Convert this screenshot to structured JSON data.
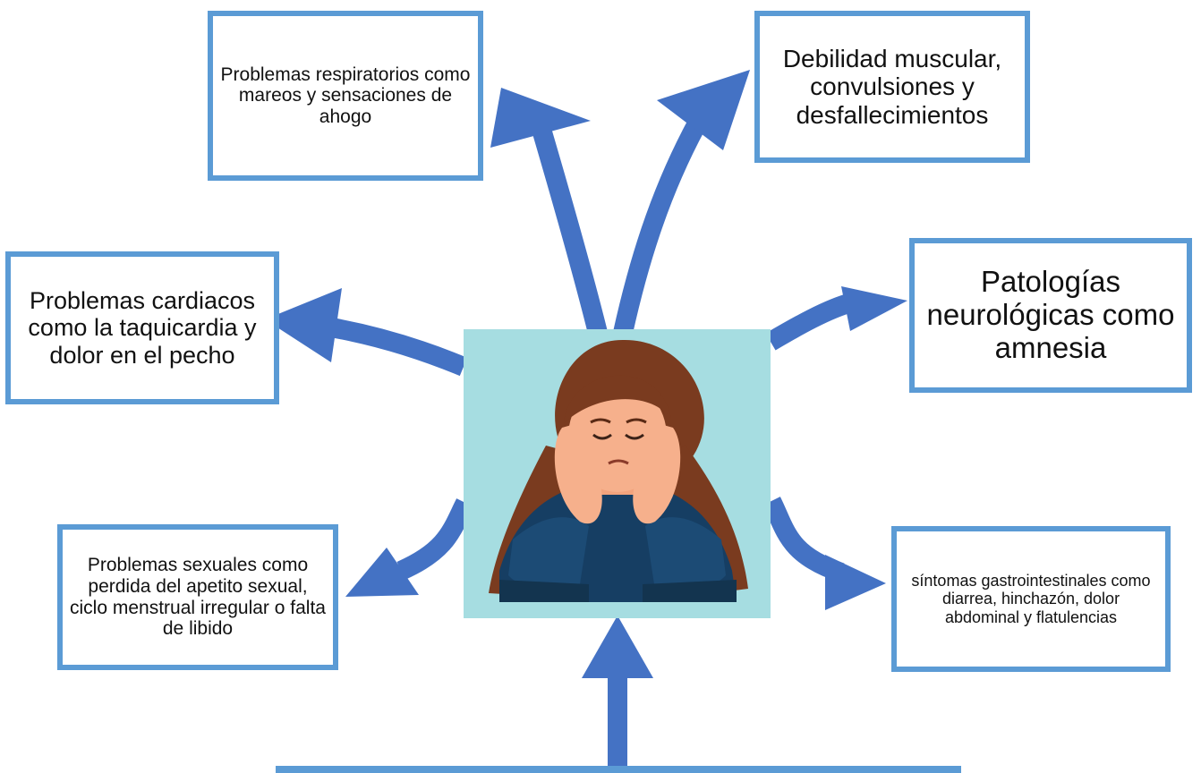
{
  "boxes": {
    "respiratory": "Problemas respiratorios como mareos y sensaciones de ahogo",
    "muscular": "Debilidad muscular, convulsiones y desfallecimientos",
    "cardiac": "Problemas cardiacos como la taquicardia y dolor en el pecho",
    "neuro": "Patologías neurológicas como amnesia",
    "sexual": "Problemas sexuales como perdida del apetito sexual, ciclo menstrual irregular o falta de libido",
    "gastro": "síntomas gastrointestinales como diarrea, hinchazón, dolor abdominal y flatulencias"
  },
  "colors": {
    "arrow": "#4472c4",
    "box_border": "#5b9bd5",
    "illustration_bg": "#a6dde1",
    "hair": "#7a3b1f",
    "skin": "#f6b08c",
    "sweater": "#163e63"
  },
  "icons": {
    "center": "stressed-woman-illustration"
  }
}
